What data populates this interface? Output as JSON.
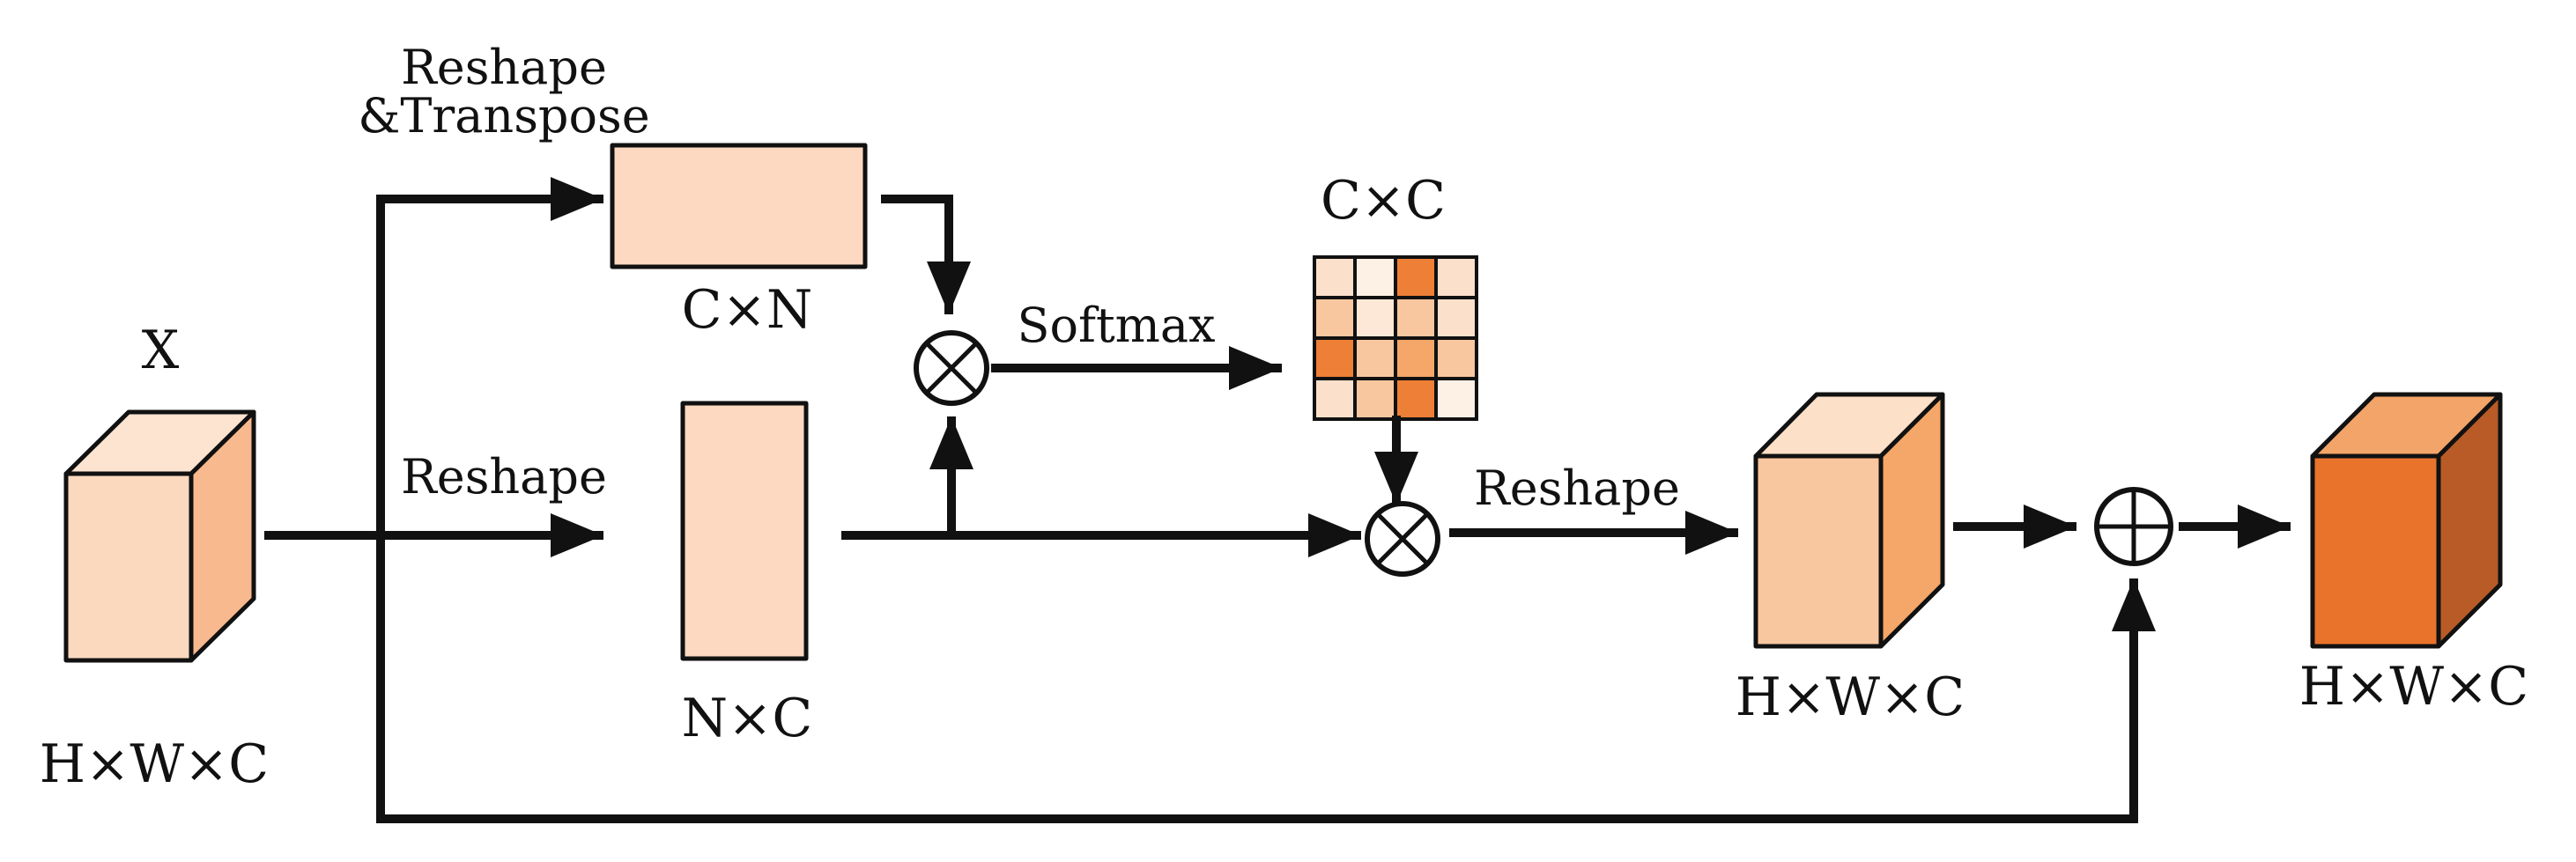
{
  "labels": {
    "input_name": "X",
    "input_dims": "H×W×C",
    "reshape_transpose_line1": "Reshape",
    "reshape_transpose_line2": "&Transpose",
    "cxn": "C×N",
    "reshape_lower": "Reshape",
    "nxc": "N×C",
    "softmax": "Softmax",
    "cxc": "C×C",
    "reshape_right": "Reshape",
    "mid_dims": "H×W×C",
    "output_dims": "H×W×C"
  },
  "operators": {
    "multiply_1": "⊗",
    "multiply_2": "⊗",
    "add": "⊕"
  },
  "colors": {
    "ink": "#111111",
    "input_front": "#fbd9bf",
    "input_top": "#fde4d1",
    "input_side": "#f7b98d",
    "matrix_cxn": "#fcd9c0",
    "matrix_nxc": "#fcd9c0",
    "mid_front": "#f9c79f",
    "mid_top": "#fde0c8",
    "mid_side": "#f4a768",
    "output_front": "#ea732c",
    "output_top": "#f3a468",
    "output_side": "#b85b27"
  },
  "attention_grid": [
    [
      "#fbe0cc",
      "#fdf0e4",
      "#ee7f36",
      "#fbe0cc"
    ],
    [
      "#f9c79f",
      "#fde8d8",
      "#f9c79f",
      "#fbe0cc"
    ],
    [
      "#ee7f36",
      "#f9c79f",
      "#f4a768",
      "#f9c79f"
    ],
    [
      "#fbe0cc",
      "#f9c79f",
      "#ee7f36",
      "#fdf0e4"
    ]
  ]
}
